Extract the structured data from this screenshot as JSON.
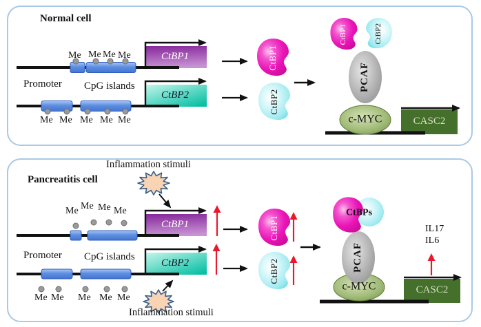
{
  "figure": {
    "colors": {
      "panel_border": "#a9c9e6",
      "dna_line": "#111111",
      "cpg_box_blue": "#5d8ee2",
      "me_dot_gray": "#9a9a9a",
      "ctbp1_gene_purple": "#8c2d9f",
      "ctbp2_gene_teal": "#0abfa4",
      "ctbp1_protein_magenta": "#eb14b7",
      "ctbp2_protein_cyan": "#9deaf0",
      "pcaf_gray": "#b2b2b2",
      "cmyc_green": "#a0ba77",
      "casc2_green": "#44702b",
      "up_arrow_red": "#e8192c",
      "starburst_fill": "#f8d4b4",
      "starburst_stroke": "#3a5f88"
    }
  },
  "normal": {
    "title": "Normal cell",
    "promoter": "Promoter",
    "cpg_islands": "CpG islands",
    "me_top": [
      "Me",
      "Me",
      "Me",
      "Me"
    ],
    "me_bottom": [
      "Me",
      "Me",
      "Me",
      "Me",
      "Me"
    ],
    "ctbp1_gene": "CtBP1",
    "ctbp2_gene": "CtBP2",
    "ctbp1_blob": "CtBP1",
    "ctbp2_blob": "CtBP2",
    "complex": {
      "ctbp1": "CtBP1",
      "ctbp2": "CtBP2",
      "pcaf": "PCAF",
      "cmyc": "c-MYC",
      "casc2": "CASC2"
    }
  },
  "pancreatitis": {
    "title": "Pancreatitis cell",
    "inflammation_top": "Inflammation stimuli",
    "inflammation_bottom": "Inflammation stimuli",
    "promoter": "Promoter",
    "cpg_islands": "CpG islands",
    "me_top": [
      "Me",
      "Me",
      "Me",
      "Me"
    ],
    "me_bottom": [
      "Me",
      "Me",
      "Me",
      "Me",
      "Me"
    ],
    "ctbp1_gene": "CtBP1",
    "ctbp2_gene": "CtBP2",
    "ctbp1_blob": "CtBP1",
    "ctbp2_blob": "CtBP2",
    "complex": {
      "ctbps": "CtBPs",
      "pcaf": "PCAF",
      "cmyc": "c-MYC",
      "casc2": "CASC2"
    },
    "cytokines": [
      "IL17",
      "IL6"
    ]
  }
}
